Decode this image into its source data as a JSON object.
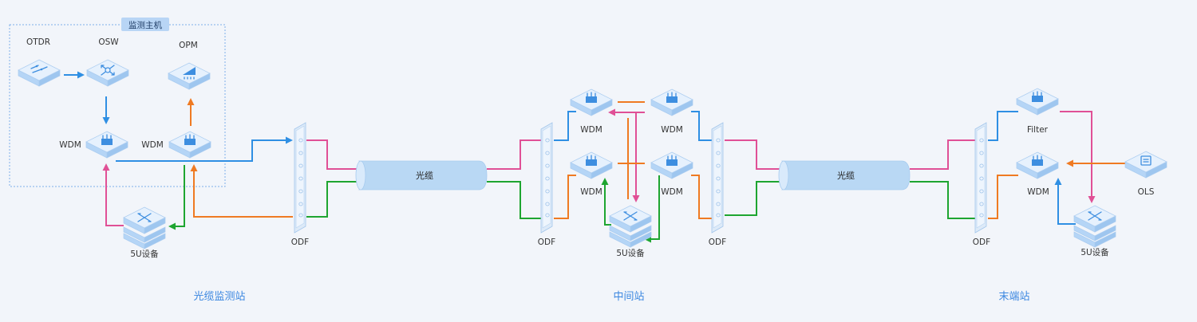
{
  "group": {
    "label": "监测主机"
  },
  "devices": {
    "otdr": "OTDR",
    "osw": "OSW",
    "opm": "OPM",
    "wdm1": "WDM",
    "wdm2": "WDM",
    "u5_left": "5U设备",
    "odf1": "ODF",
    "cable1": "光缆",
    "odf2": "ODF",
    "mid_wdm_tl": "WDM",
    "mid_wdm_tr": "WDM",
    "mid_wdm_bl": "WDM",
    "mid_wdm_br": "WDM",
    "u5_mid": "5U设备",
    "odf3": "ODF",
    "cable2": "光缆",
    "odf4": "ODF",
    "filter": "Filter",
    "end_wdm": "WDM",
    "ols": "OLS",
    "u5_end": "5U设备"
  },
  "stations": {
    "left": "光缆监测站",
    "middle": "中间站",
    "right": "末端站"
  },
  "colors": {
    "background": "#f2f5fa",
    "blue_link": "#2f8fe3",
    "orange_link": "#ef7a22",
    "green_link": "#1ea530",
    "pink_link": "#e05096",
    "device_blue": "#b5d5f6",
    "station_label": "#3a86e0"
  },
  "icons": {
    "otdr": "otdr-icon",
    "osw": "switch-icon",
    "opm": "power-meter-icon",
    "wdm": "wdm-icon",
    "u5": "stacked-server-icon",
    "odf": "patch-panel-icon",
    "ols": "ols-icon",
    "filter": "filter-icon",
    "cable": "cable-icon"
  }
}
